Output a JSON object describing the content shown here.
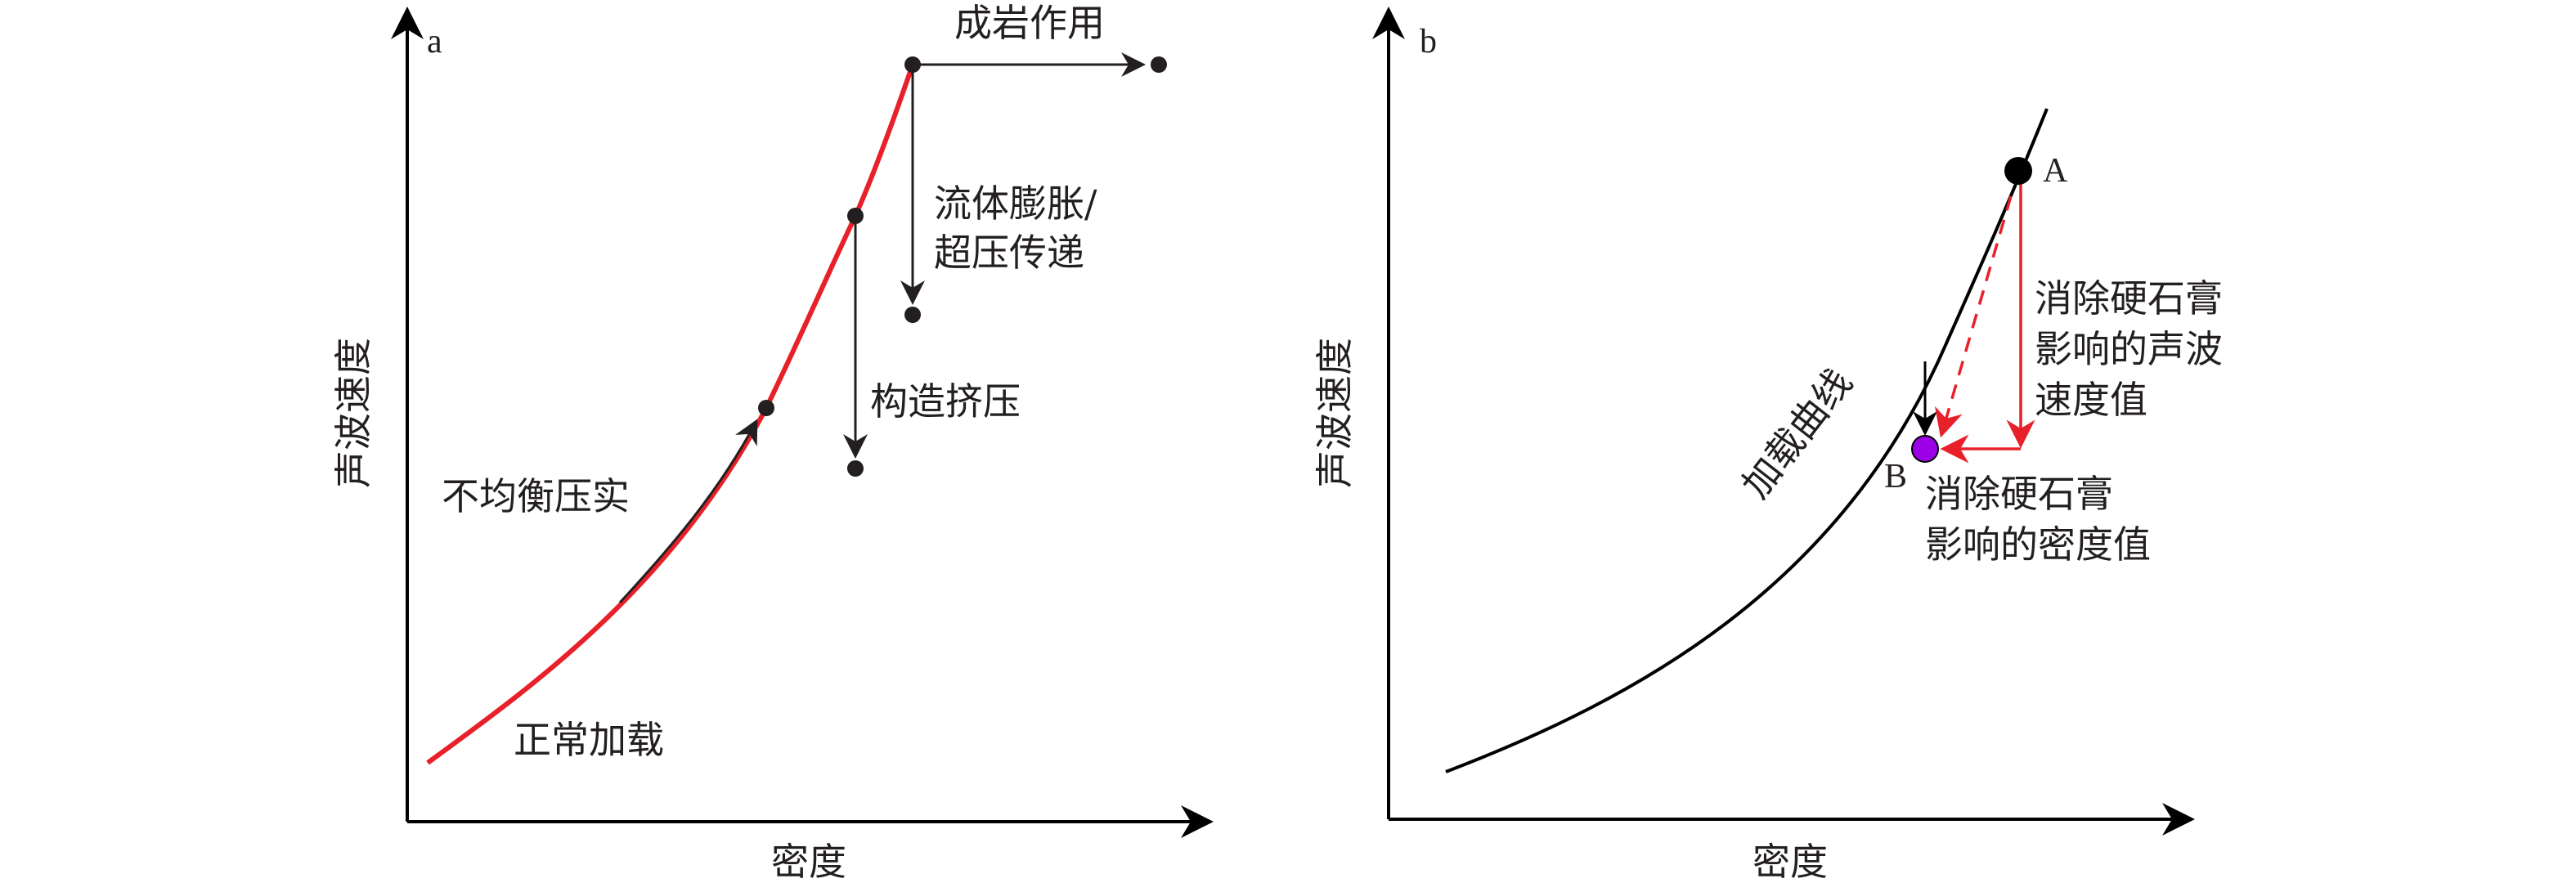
{
  "panel_a": {
    "label": "a",
    "x_axis_label": "密度",
    "y_axis_label": "声波速度",
    "annotations": {
      "diagenesis": "成岩作用",
      "fluid_expansion_line1": "流体膨胀/",
      "fluid_expansion_line2": "超压传递",
      "tectonic_compression": "构造挤压",
      "disequilibrium_compaction": "不均衡压实",
      "normal_loading": "正常加载"
    },
    "colors": {
      "curve": "#e8202a",
      "marks": "#231f20"
    }
  },
  "panel_b": {
    "label": "b",
    "x_axis_label": "密度",
    "y_axis_label": "声波速度",
    "curve_label": "加载曲线",
    "point_a": "A",
    "point_b": "B",
    "velocity_note": [
      "消除硬石膏",
      "影响的声波",
      "速度值"
    ],
    "density_note": [
      "消除硬石膏",
      "影响的密度值"
    ],
    "colors": {
      "curve": "#000000",
      "arrows": "#e8202a",
      "point_b": "#9b00e6"
    }
  }
}
